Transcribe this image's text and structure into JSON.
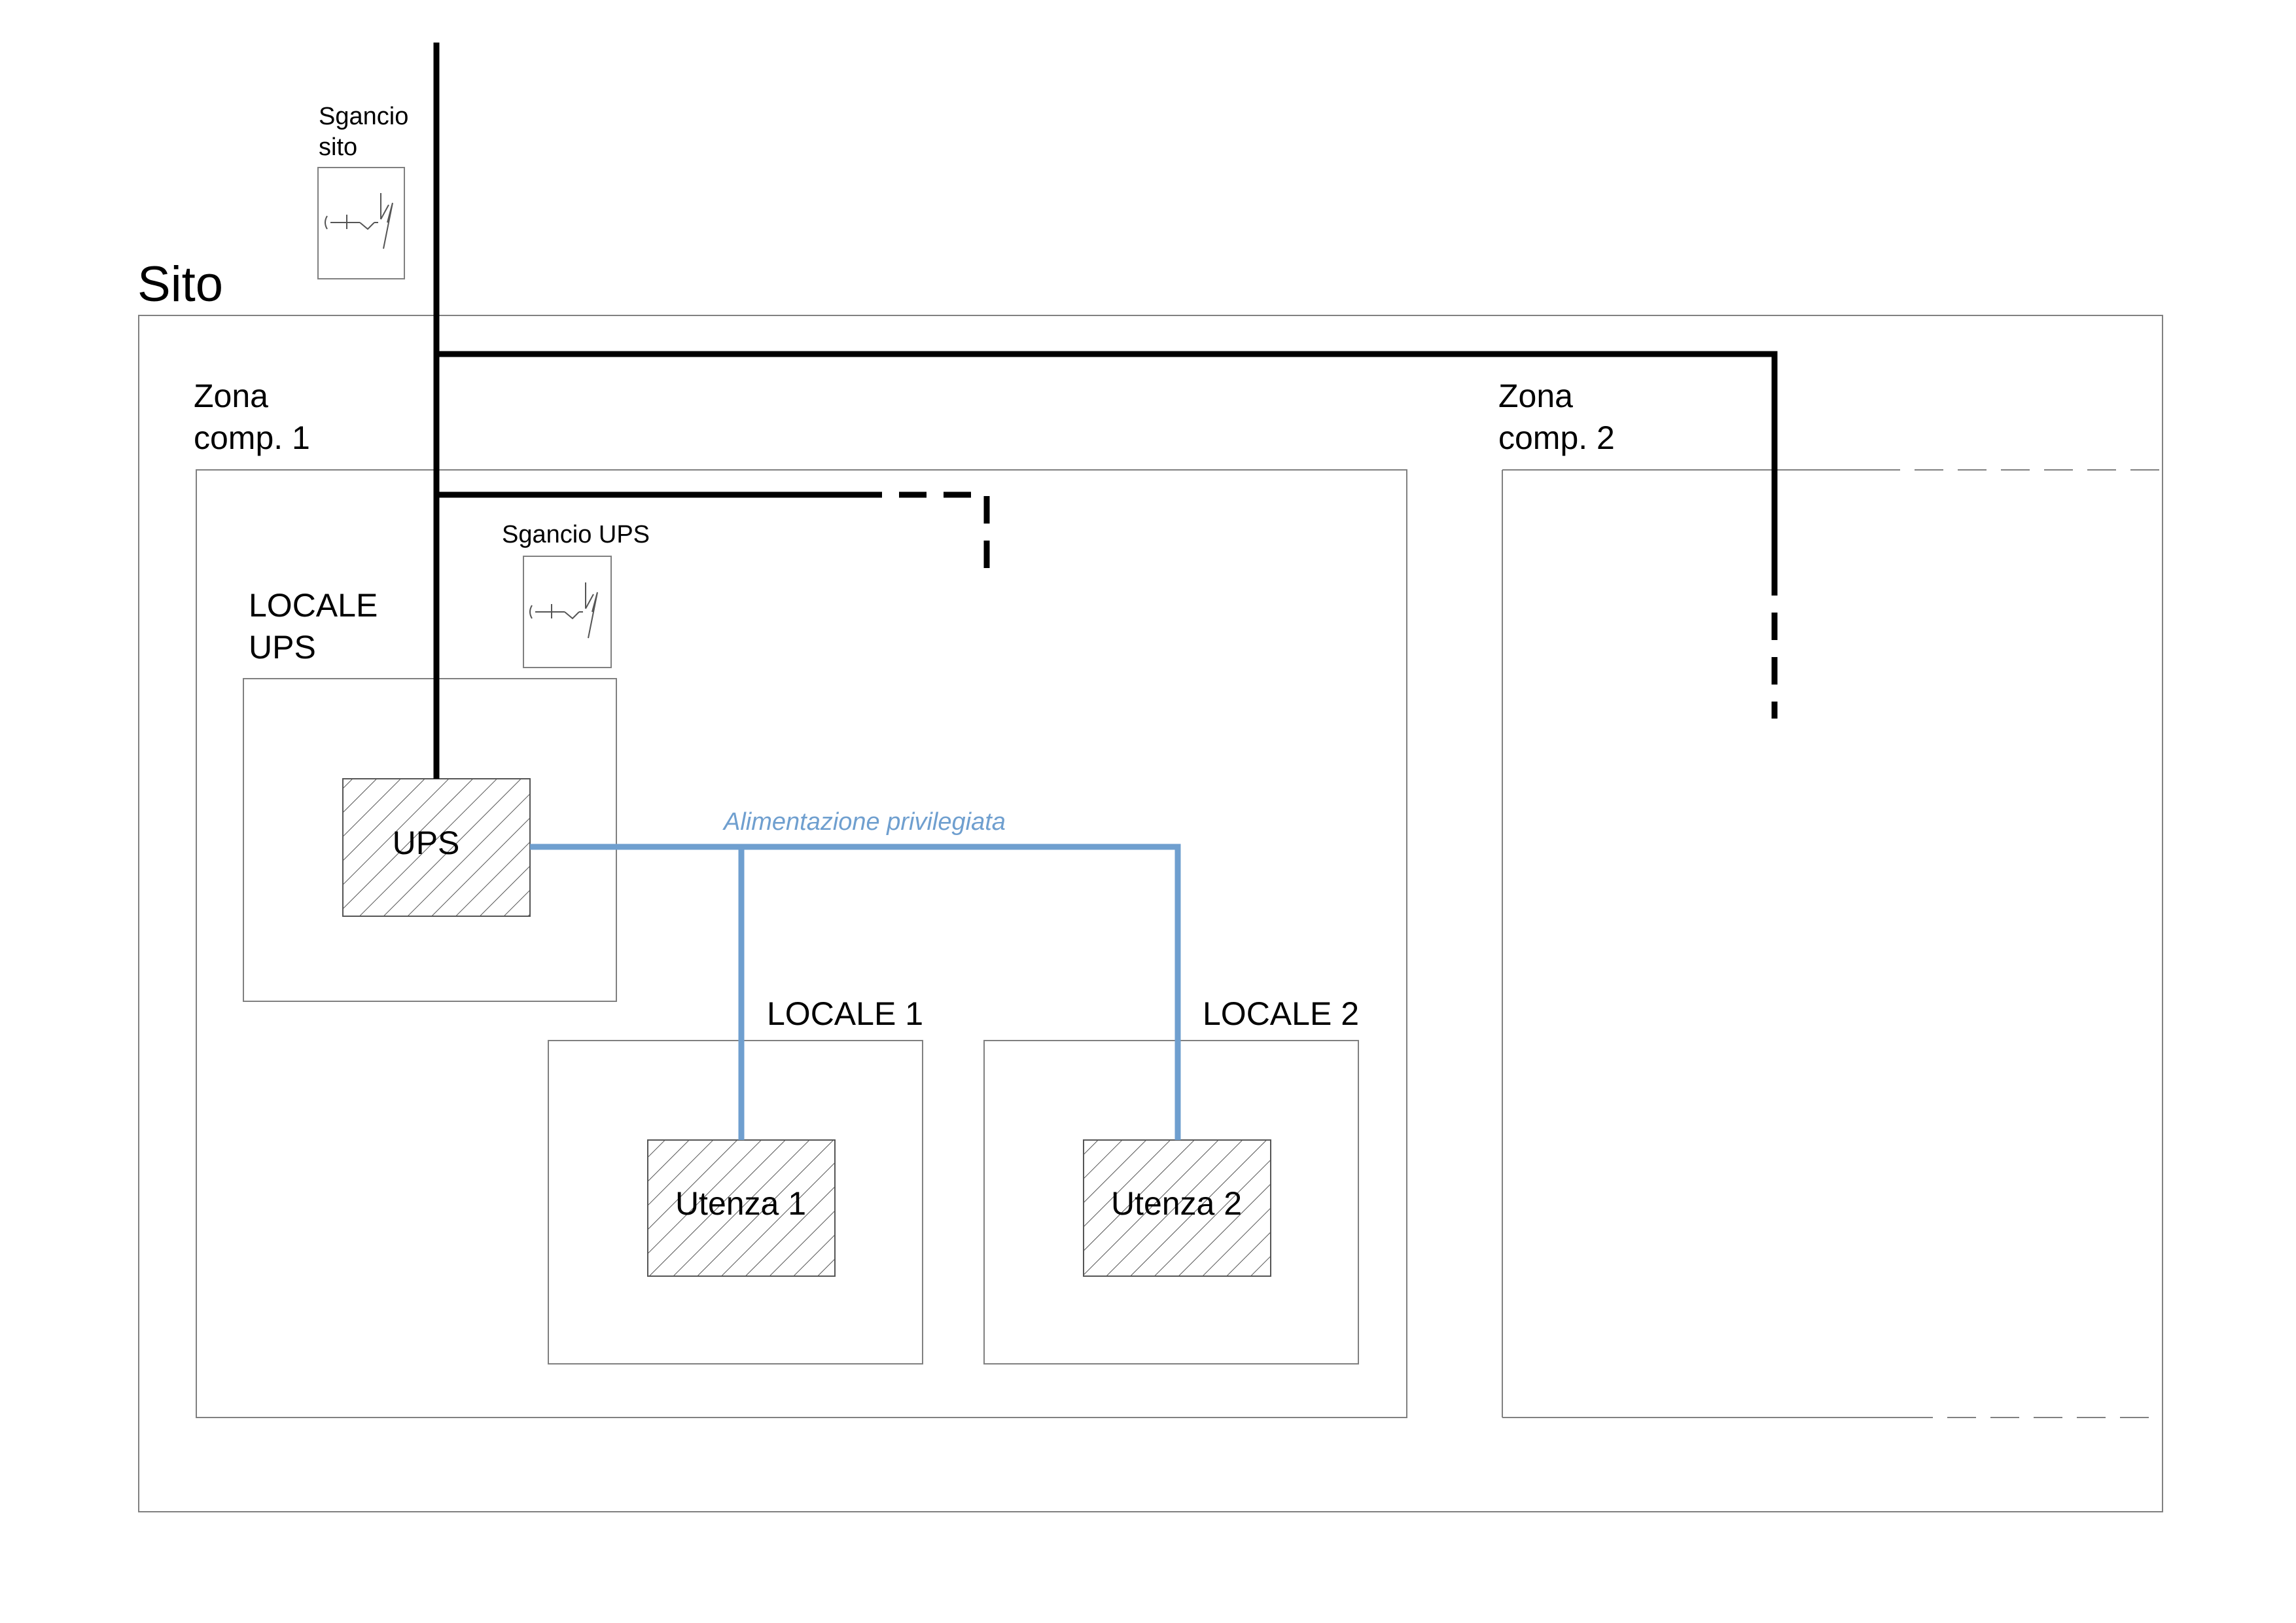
{
  "diagram": {
    "site_label": "Sito",
    "site_disconnect_label": [
      "Sgancio",
      "sito"
    ],
    "ups_disconnect_label": "Sgancio UPS",
    "zone1_label": [
      "Zona",
      "comp. 1"
    ],
    "zone2_label": [
      "Zona",
      "comp. 2"
    ],
    "ups_room_label": [
      "LOCALE",
      "UPS"
    ],
    "ups_label": "UPS",
    "room1_label": "LOCALE 1",
    "room2_label": "LOCALE 2",
    "load1_label": "Utenza 1",
    "load2_label": "Utenza 2",
    "privileged_supply_label": "Alimentazione privilegiata",
    "colors": {
      "feed_line": "#000000",
      "privileged_line": "#6f9fcf",
      "frame": "#808080"
    }
  }
}
